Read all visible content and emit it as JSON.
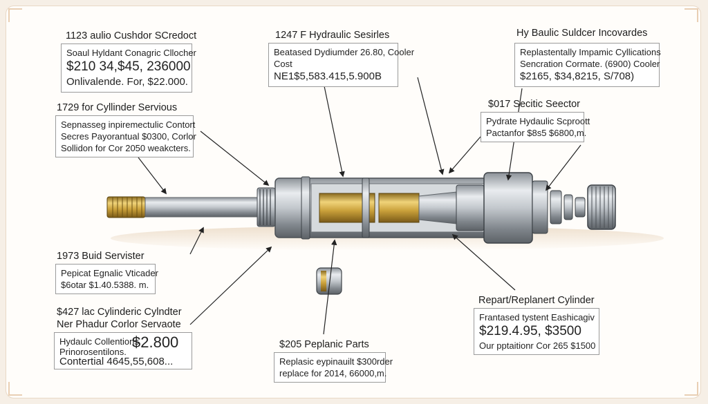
{
  "callouts": [
    {
      "heading": "1123 aulio Cushdor SCredoct",
      "lines": [
        "Soaul Hyldant Conagric Cllocher",
        "$210 34,$45, 236000",
        "Onlivalende. For, $22.000."
      ]
    },
    {
      "heading": "1247 F Hydraulic Sesirles",
      "lines": [
        "Beatased Dydiumder 26.80, Cooler",
        "Cost",
        "NE1$5,583.415,5.900B"
      ]
    },
    {
      "heading": "Hy Baulic Suldcer Incovardes",
      "lines": [
        "Replastentally Impamic Cyllications",
        "Sencration Cormate. (6900) Cooler",
        "$2165, $34,8215, S/708)"
      ]
    },
    {
      "heading": "1729 for Cyllinder Servious",
      "lines": [
        "Sepnasseg inpiremectulic Contort",
        "Secres Payorantual $0300, Corlor",
        "Sollidon for Cor 2050 weakcters."
      ]
    },
    {
      "heading": "$017 Secitic Seector",
      "lines": [
        "Pydrate Hydaulic Scproott",
        "Pactanfor $8s5 $6800,m."
      ]
    },
    {
      "heading": "1973 Buid Servister",
      "lines": [
        "Pepicat Egnalic Vticader",
        "$6otar $1.40.5388. m."
      ]
    },
    {
      "heading": "$427 lac Cylinderic Cylndter",
      "subheading": "Ner Phadur Corlor Servaote",
      "lines": [
        "Hydaulc Collentions",
        "$2.800",
        "Prinorosentilons.",
        "Contertial 4645,55,608..."
      ]
    },
    {
      "heading": "$205 Peplanic Parts",
      "lines": [
        "Replasic eypinauilt $300rder",
        "replace for 2014, 66000,m."
      ]
    },
    {
      "heading": "Repart/Replanert Cylinder",
      "lines": [
        "Frantased tystent Eashicagiv",
        "$219.4.95, $3500",
        "Our pptaitionr Cor 265 $1500"
      ]
    }
  ],
  "colors": {
    "steel": "#b9bec4",
    "brass": "#c9a03a",
    "border": "#e8d8c6",
    "text": "#1c1c1c"
  }
}
